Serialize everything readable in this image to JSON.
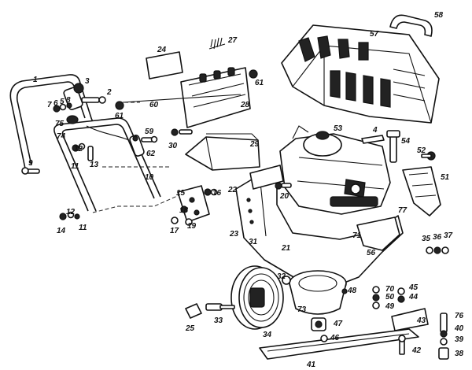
{
  "diagram": {
    "colors": {
      "ink": "#111111",
      "paper": "#ffffff"
    },
    "parts": {
      "p1": "1",
      "p2": "2",
      "p3": "3",
      "p4": "4",
      "p5": "5",
      "p6": "6",
      "p7": "7",
      "p8": "8",
      "p9": "9",
      "p10": "10",
      "p11a": "11",
      "p11b": "11",
      "p12a": "12",
      "p12b": "12",
      "p13": "13",
      "p14": "14",
      "p15": "15",
      "p16": "16",
      "p17": "17",
      "p18": "18",
      "p19": "19",
      "p20": "20",
      "p21": "21",
      "p22": "22",
      "p23": "23",
      "p24": "24",
      "p25": "25",
      "p27": "27",
      "p28": "28",
      "p29": "29",
      "p30": "30",
      "p31": "31",
      "p32": "32",
      "p33": "33",
      "p34": "34",
      "p35": "35",
      "p36": "36",
      "p37": "37",
      "p38": "38",
      "p39": "39",
      "p40": "40",
      "p41": "41",
      "p42": "42",
      "p43": "43",
      "p44": "44",
      "p45": "45",
      "p46": "46",
      "p47": "47",
      "p48": "48",
      "p49": "49",
      "p50": "50",
      "p51": "51",
      "p52": "52",
      "p53": "53",
      "p54": "54",
      "p56": "56",
      "p57": "57",
      "p58": "58",
      "p59": "59",
      "p60": "60",
      "p61a": "61",
      "p61b": "61",
      "p62": "62",
      "p70": "70",
      "p71": "71",
      "p73": "73",
      "p74": "74",
      "p75": "75",
      "p76": "76",
      "p77": "77"
    }
  }
}
